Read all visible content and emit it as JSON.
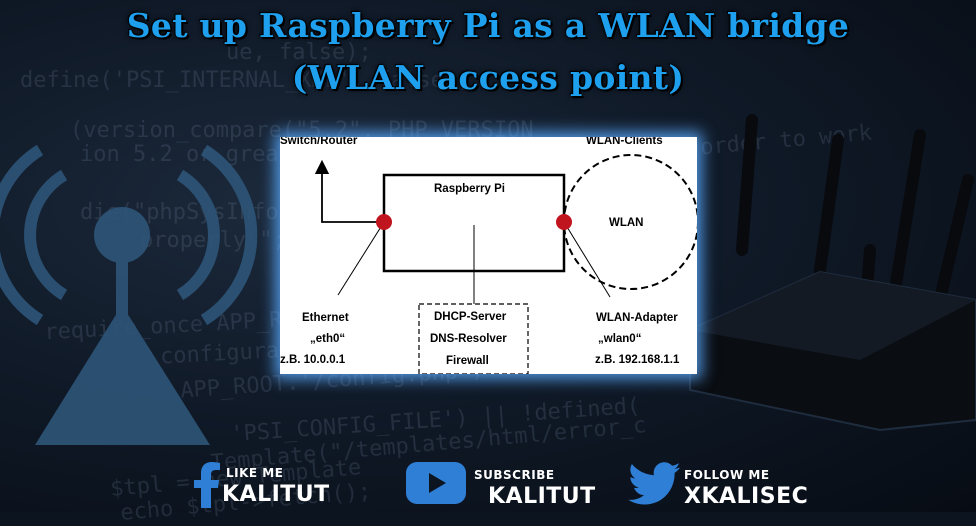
{
  "title": {
    "line1": "Set up Raspberry Pi as a WLAN bridge",
    "line2": "(WLAN access point)"
  },
  "background_code": [
    "ue,           false);",
    "define('PSI_INTERNAL_XML', false);",
    "(version_compare(\"5.2\", PHP_VERSION",
    "ion 5.2 or greater is required!!!\");",
    "order to work",
    "die(\"phpSysInfo requires the",
    "properly.\";",
    "require_once APP_ROOT.'/read_config.php';",
    "configuration",
    "APP_ROOT.'/config.php')",
    "'PSI_CONFIG_FILE') || !defined(",
    "Template(\"/templates/html/error_c",
    "$tpl = new Template",
    "echo $tpl->fetch();"
  ],
  "diagram": {
    "switch_router_label": "Switch/Router",
    "wlan_clients_label": "WLAN-Clients",
    "raspberry_label": "Raspberry Pi",
    "wlan_label": "WLAN",
    "ethernet": {
      "title": "Ethernet",
      "iface": "„eth0“",
      "example": "z.B. 10.0.0.1"
    },
    "services": [
      "DHCP-Server",
      "DNS-Resolver",
      "Firewall"
    ],
    "wlan_adapter": {
      "title": "WLAN-Adapter",
      "iface": "„wlan0“",
      "example": "z.B. 192.168.1.1"
    },
    "port_color": "#c0141e"
  },
  "social": {
    "facebook": {
      "small": "LIKE ME",
      "big": "KALITUT"
    },
    "youtube": {
      "small": "SUBSCRIBE",
      "big": "KALITUT"
    },
    "twitter": {
      "small": "FOLLOW ME",
      "big": "XKALISEC"
    }
  },
  "colors": {
    "title": "#1ea0ee",
    "glow": "#5aaaff",
    "facebook": "#2f7fd6",
    "youtube": "#2f7fd6",
    "twitter": "#2f7fd6"
  }
}
